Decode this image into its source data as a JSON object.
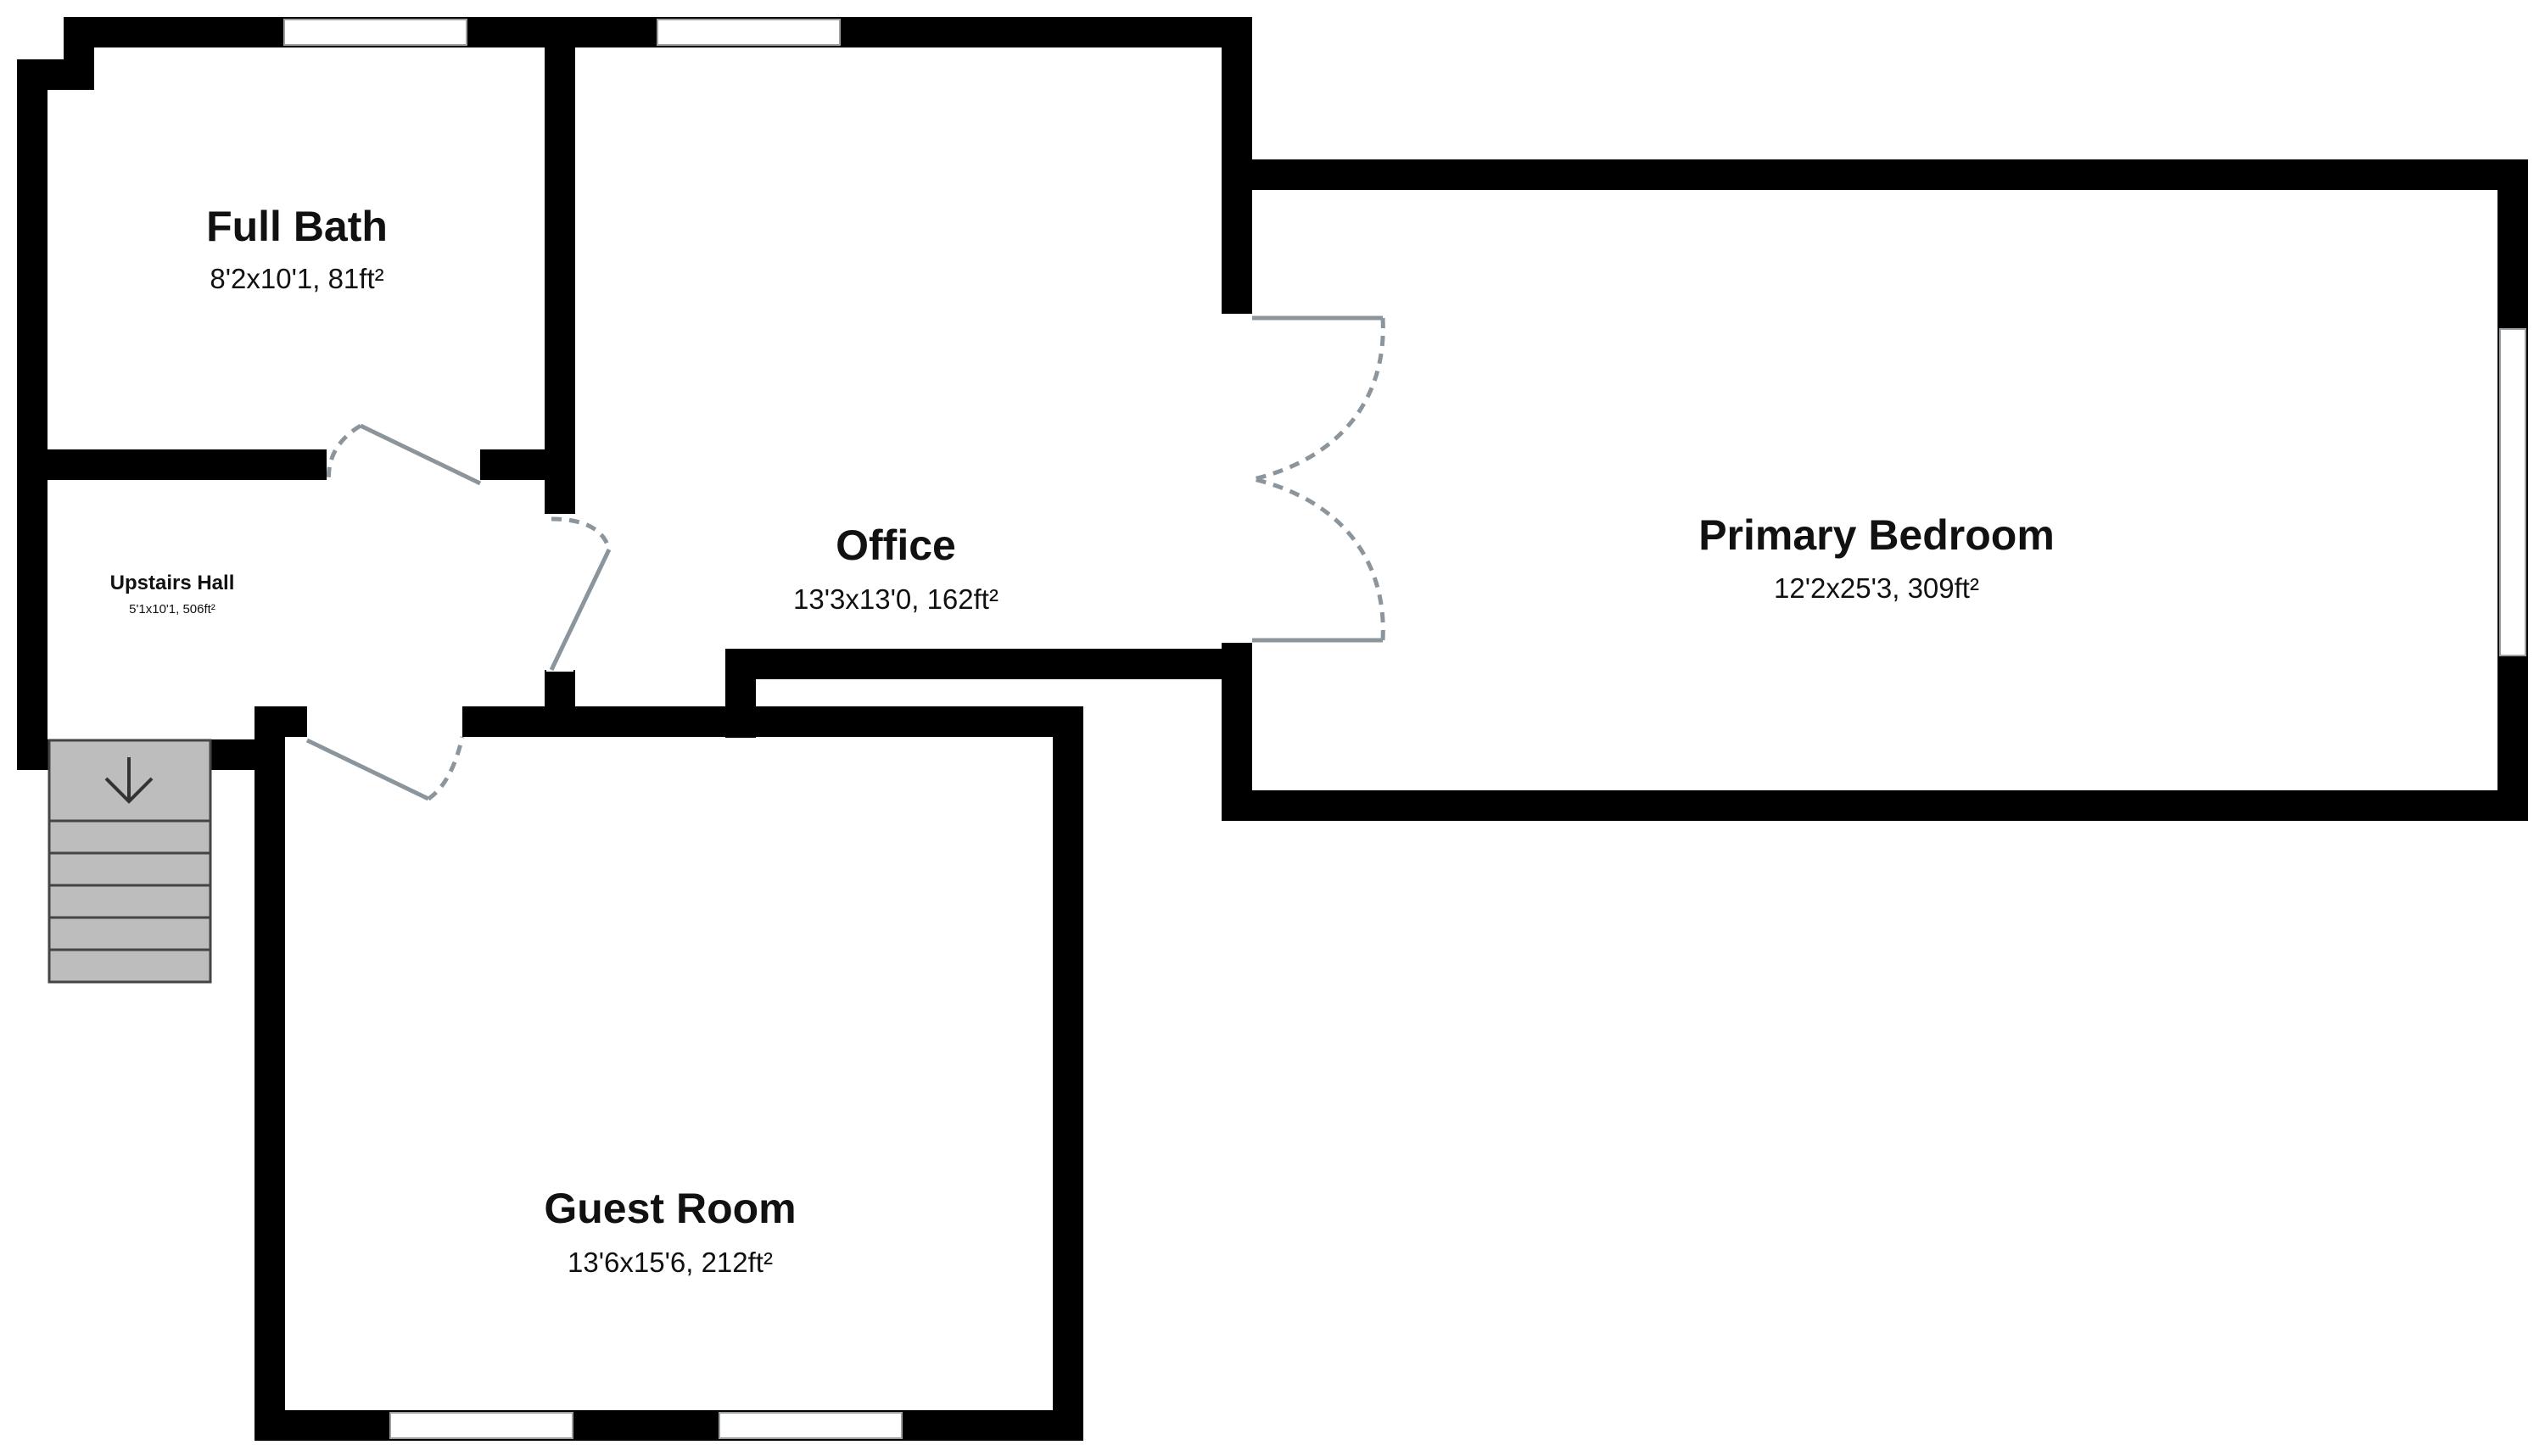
{
  "colors": {
    "wall": "#000000",
    "background": "#ffffff",
    "door_line": "#8c959b",
    "stairs_fill": "#bdbdbd",
    "stairs_stroke": "#444444",
    "text": "#111111"
  },
  "rooms": {
    "full_bath": {
      "name": "Full Bath",
      "dims": "8'2x10'1, 81ft²"
    },
    "upstairs_hall": {
      "name": "Upstairs Hall",
      "dims": "5'1x10'1, 506ft²"
    },
    "office": {
      "name": "Office",
      "dims": "13'3x13'0, 162ft²"
    },
    "primary_bedroom": {
      "name": "Primary Bedroom",
      "dims": "12'2x25'3, 309ft²"
    },
    "guest_room": {
      "name": "Guest Room",
      "dims": "13'6x15'6, 212ft²"
    }
  },
  "icons": {
    "stairs_direction": "down-arrow-icon"
  }
}
